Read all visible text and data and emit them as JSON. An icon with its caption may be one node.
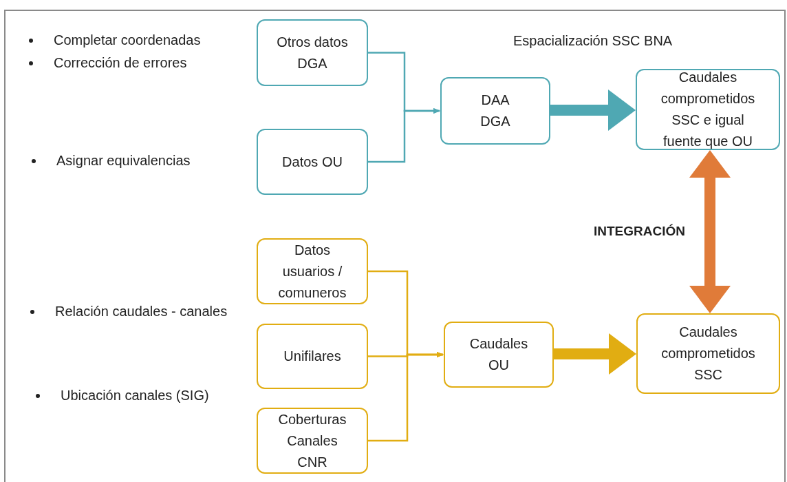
{
  "diagram": {
    "nodes": [
      {
        "text": [
          "Otros datos DGA"
        ]
      },
      {
        "text": [
          "Datos OU"
        ]
      },
      {
        "text": [
          "DAA DGA"
        ]
      },
      {
        "text": [
          "Caudales comprometidos SSC e igual fuente que OU"
        ]
      },
      {
        "text": [
          "Datos usuarios / comuneros"
        ]
      },
      {
        "text": [
          "Unifilares"
        ]
      },
      {
        "text": [
          "Coberturas Canales CNR"
        ]
      },
      {
        "text": [
          "Caudales OU"
        ]
      },
      {
        "text": [
          "Caudales comprometidos SSC"
        ]
      }
    ],
    "edges": [
      {
        "from": 0,
        "to": 2,
        "arrow": "to",
        "color": "#4fa8b3"
      },
      {
        "from": 1,
        "to": 2,
        "arrow": "to",
        "color": "#4fa8b3"
      },
      {
        "from": 4,
        "to": 7,
        "arrow": "to",
        "color": "#e1ad12"
      },
      {
        "from": 5,
        "to": 7,
        "arrow": "to",
        "color": "#e1ad12"
      },
      {
        "from": 6,
        "to": 7,
        "arrow": "to",
        "color": "#e1ad12"
      },
      {
        "from": 2,
        "to": 3,
        "arrow": "to",
        "style": "thick",
        "color": "#4fa8b3"
      },
      {
        "from": 7,
        "to": 8,
        "arrow": "to",
        "style": "thick",
        "color": "#e1ad12"
      },
      {
        "from": 8,
        "to": 3,
        "arrow": "both",
        "style": "thick",
        "color": "#e07b39",
        "label": "INTEGRACIÓN"
      }
    ],
    "labels": [
      "Completar coordenadas",
      "Corrección de errores",
      "Asignar equivalencias",
      "Relación caudales - canales",
      "Ubicación canales (SIG)",
      "Espacialización SSC BNA"
    ]
  }
}
